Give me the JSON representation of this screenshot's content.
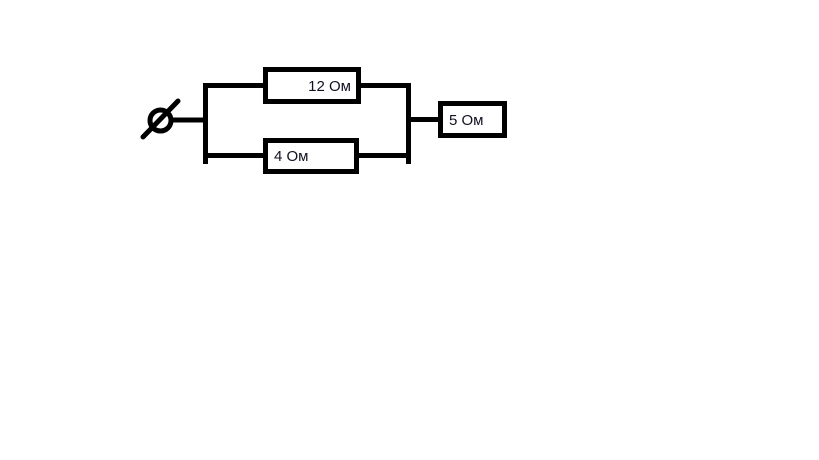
{
  "diagram": {
    "title": "Electrical circuit schematic",
    "background_color": "#ffffff",
    "line_color": "#000000",
    "text_color": "#111122",
    "terminal": {
      "symbol_name": "slashed-circle-terminal",
      "description": "circle with diagonal slash"
    },
    "components": [
      {
        "id": "r1",
        "label": "12 Ом",
        "value": 12,
        "unit": "Ом",
        "branch": "parallel-top",
        "align": "right"
      },
      {
        "id": "r2",
        "label": "4 Ом",
        "value": 4,
        "unit": "Ом",
        "branch": "parallel-bottom",
        "align": "left"
      },
      {
        "id": "r3",
        "label": "5 Ом",
        "value": 5,
        "unit": "Ом",
        "branch": "series",
        "align": "left"
      }
    ]
  }
}
